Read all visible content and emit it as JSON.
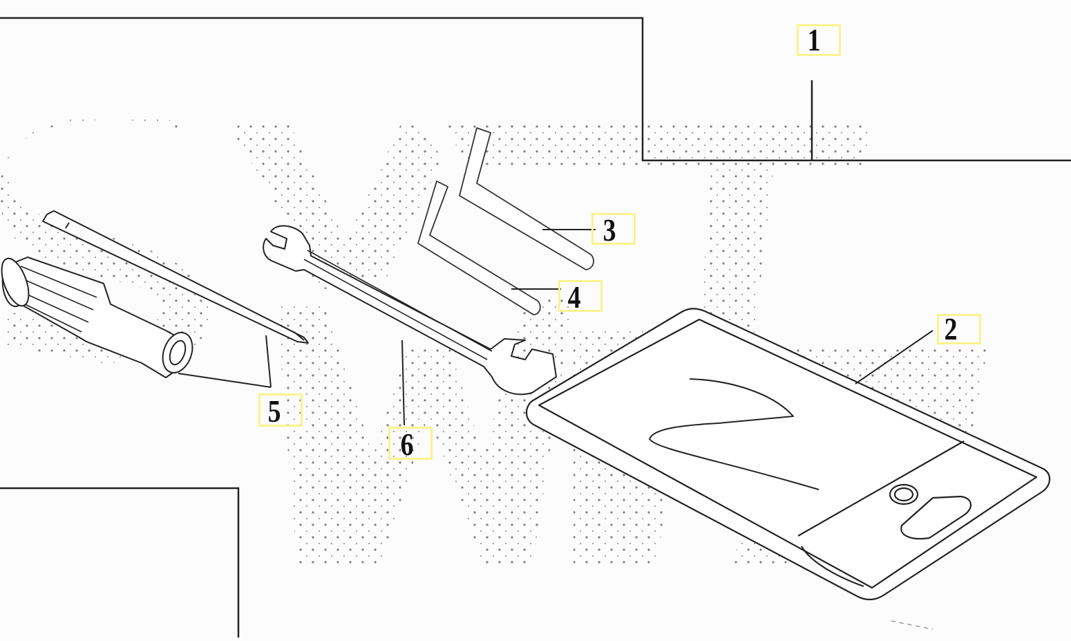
{
  "callouts": [
    {
      "id": "1",
      "label": "1",
      "part": "tool-kit-assembly"
    },
    {
      "id": "2",
      "label": "2",
      "part": "tool-bag"
    },
    {
      "id": "3",
      "label": "3",
      "part": "hex-key-large"
    },
    {
      "id": "4",
      "label": "4",
      "part": "hex-key-small"
    },
    {
      "id": "5",
      "label": "5",
      "part": "screwdriver"
    },
    {
      "id": "6",
      "label": "6",
      "part": "open-end-wrench"
    }
  ],
  "colors": {
    "background": "#fcfcfc",
    "line": "#222222",
    "highlight_box": "#fbf38f",
    "watermark_dots": "#555555"
  }
}
